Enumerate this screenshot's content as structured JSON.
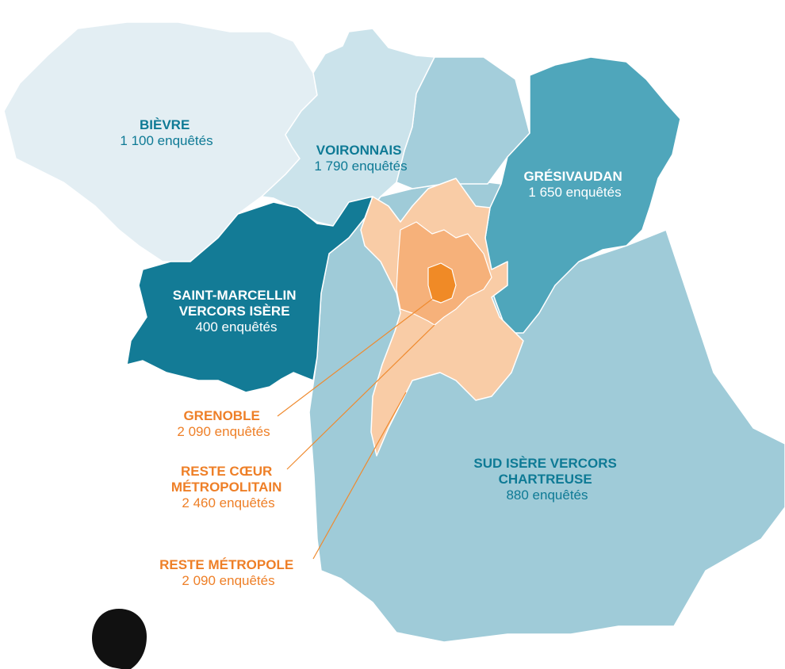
{
  "colors": {
    "bievre": "#e3eef3",
    "voironnais": "#cbe3eb",
    "chartreuse_north": "#a4cedb",
    "gresivaudan": "#4fa6bb",
    "smvi": "#137b96",
    "sud_isere": "#9fcbd8",
    "reste_metropole": "#f9cca6",
    "reste_coeur": "#f6b17a",
    "grenoble": "#f08a26",
    "label_dark_teal": "#0e7a95",
    "label_orange": "#ee7f27",
    "label_white": "#ffffff"
  },
  "regions": {
    "bievre": {
      "name": "BIÈVRE",
      "count": "1 100 enquêtés"
    },
    "voironnais": {
      "name": "VOIRONNAIS",
      "count": "1 790 enquêtés"
    },
    "gresivaudan": {
      "name": "GRÉSIVAUDAN",
      "count": "1 650 enquêtés"
    },
    "smvi": {
      "name_line1": "SAINT-MARCELLIN",
      "name_line2": "VERCORS ISÈRE",
      "count": "400 enquêtés"
    },
    "sud_isere": {
      "name_line1": "SUD ISÈRE VERCORS",
      "name_line2": "CHARTREUSE",
      "count": "880 enquêtés"
    },
    "grenoble": {
      "name": "GRENOBLE",
      "count": "2 090 enquêtés"
    },
    "reste_coeur": {
      "name_line1": "RESTE CŒUR",
      "name_line2": "MÉTROPOLITAIN",
      "count": "2 460 enquêtés"
    },
    "reste_metropole": {
      "name": "RESTE MÉTROPOLE",
      "count": "2 090 enquêtés"
    }
  },
  "logo": {
    "icon": "speech-bubble-icon",
    "color": "#111111"
  }
}
